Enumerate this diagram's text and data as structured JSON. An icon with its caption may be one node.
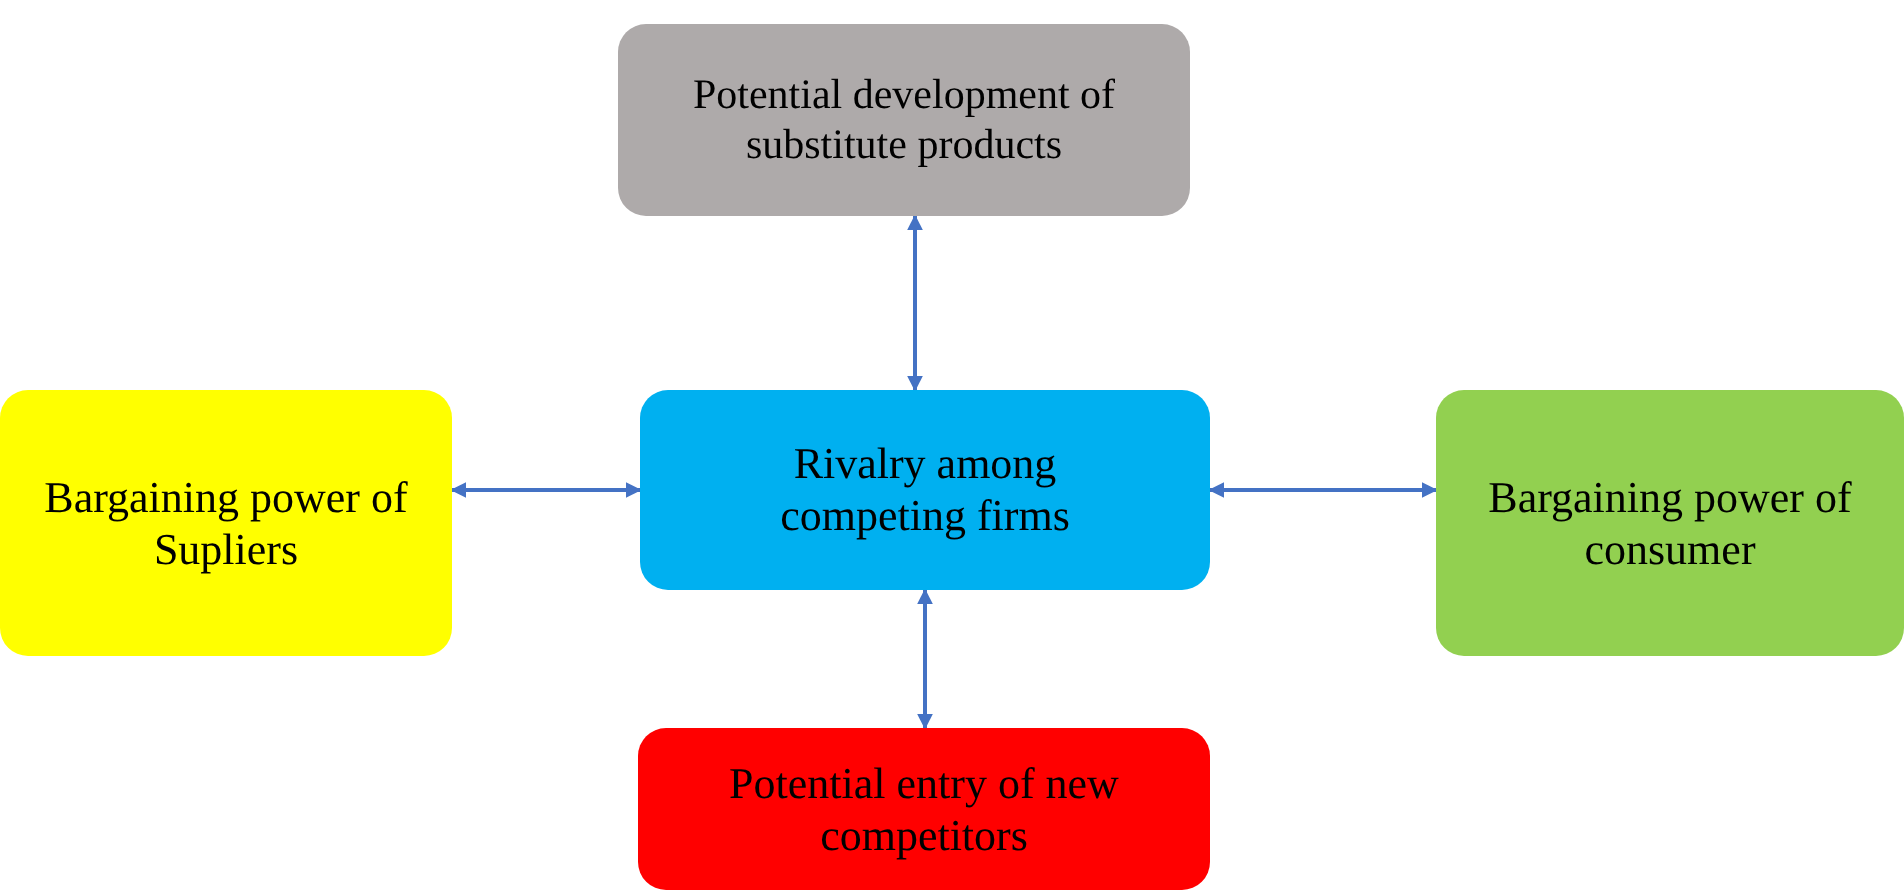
{
  "diagram": {
    "nodes": [
      {
        "text": [
          "Potential development of substitute products"
        ]
      },
      {
        "text": [
          "Bargaining power of Supliers"
        ]
      },
      {
        "text": [
          "Rivalry among competing firms"
        ]
      },
      {
        "text": [
          "Bargaining power of consumer"
        ]
      },
      {
        "text": [
          "Potential entry of new competitors"
        ]
      }
    ],
    "edges": [
      {
        "from": 2,
        "to": 0,
        "arrow": "both"
      },
      {
        "from": 1,
        "to": 2,
        "arrow": "both"
      },
      {
        "from": 2,
        "to": 3,
        "arrow": "both"
      },
      {
        "from": 2,
        "to": 4,
        "arrow": "both"
      }
    ]
  }
}
